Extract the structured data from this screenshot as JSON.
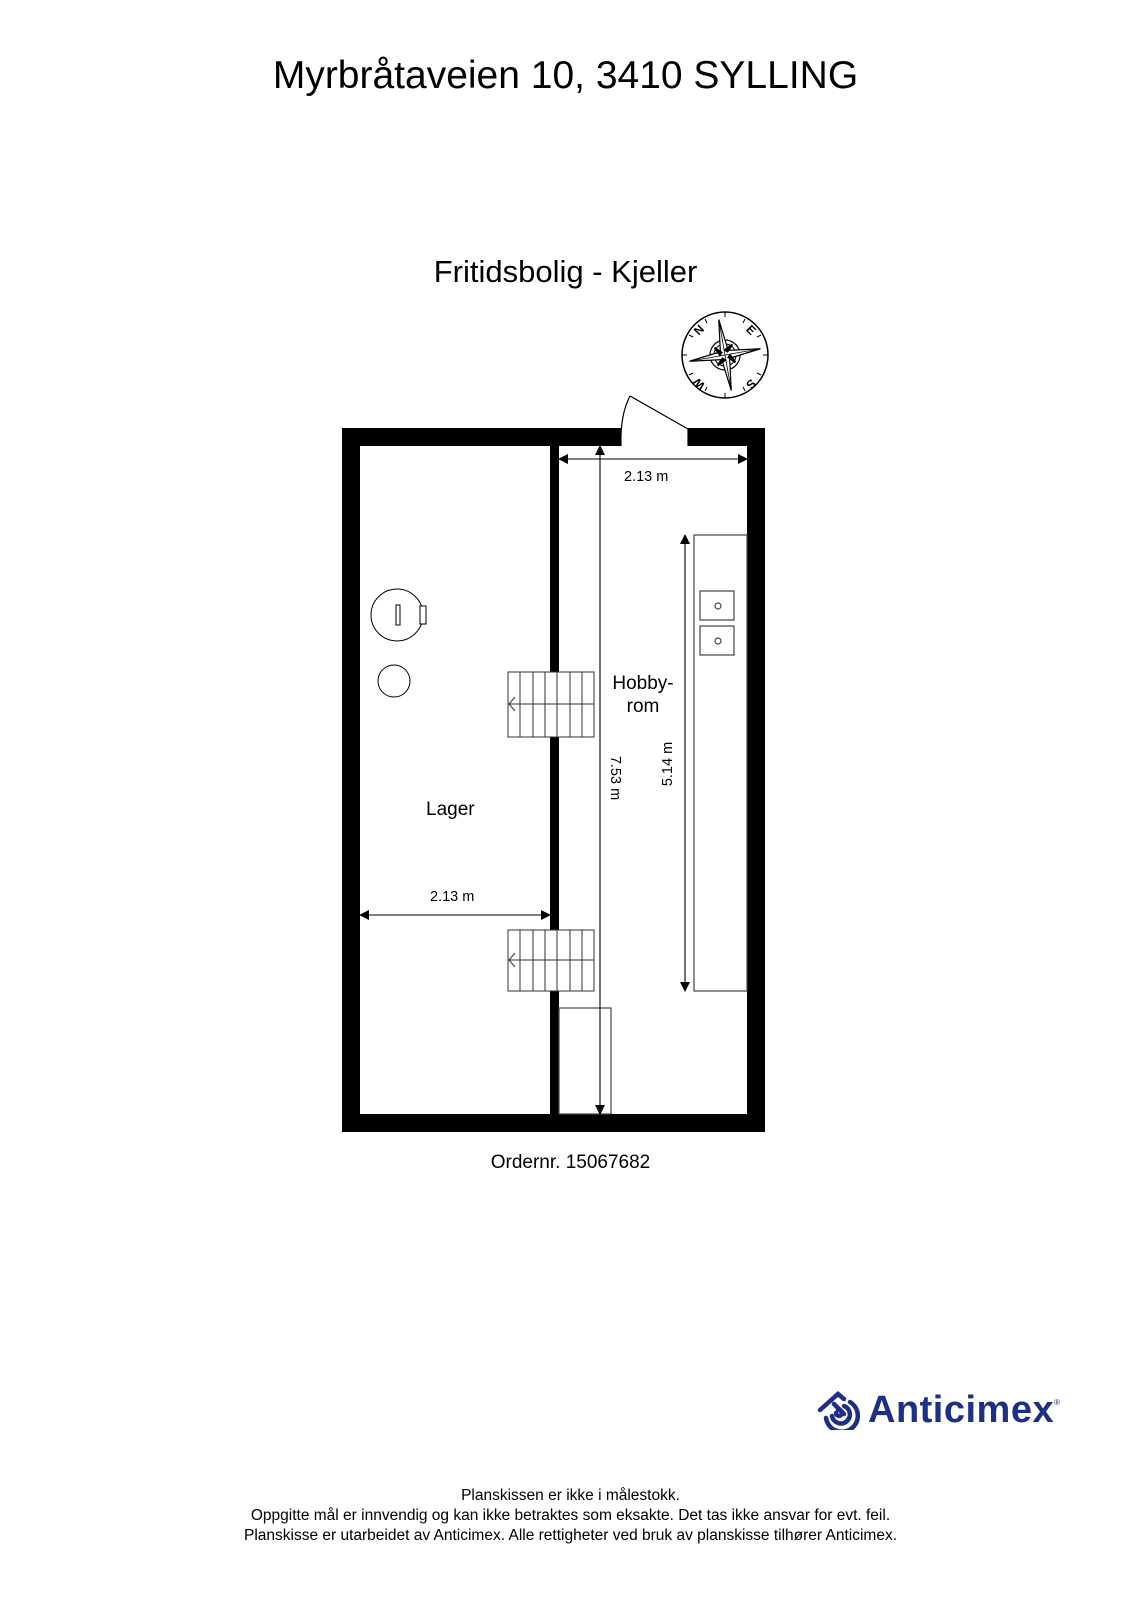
{
  "header": {
    "address": "Myrbråtaveien 10, 3410 SYLLING",
    "floor_title": "Fritidsbolig - Kjeller"
  },
  "compass": {
    "icon": "compass-rose-icon",
    "labels": [
      "N",
      "E",
      "S",
      "W"
    ]
  },
  "rooms": [
    {
      "name": "Lager"
    },
    {
      "name_line1": "Hobby-",
      "name_line2": "rom"
    }
  ],
  "dimensions": {
    "hobbyrom_width": "2.13 m",
    "lager_width": "2.13 m",
    "hobbyrom_length": "7.53 m",
    "counter_length": "5.14 m"
  },
  "order": {
    "label": "Ordernr. 15067682"
  },
  "brand": {
    "name": "Anticimex",
    "registered": "®",
    "color": "#1d2f86"
  },
  "footer": {
    "lines": [
      "Planskissen er ikke i målestokk.",
      "Oppgitte mål er innvendig og kan ikke betraktes som eksakte. Det tas ikke ansvar for evt. feil.",
      "Planskisse er utarbeidet av Anticimex. Alle rettigheter ved bruk av planskisse tilhører Anticimex."
    ]
  }
}
